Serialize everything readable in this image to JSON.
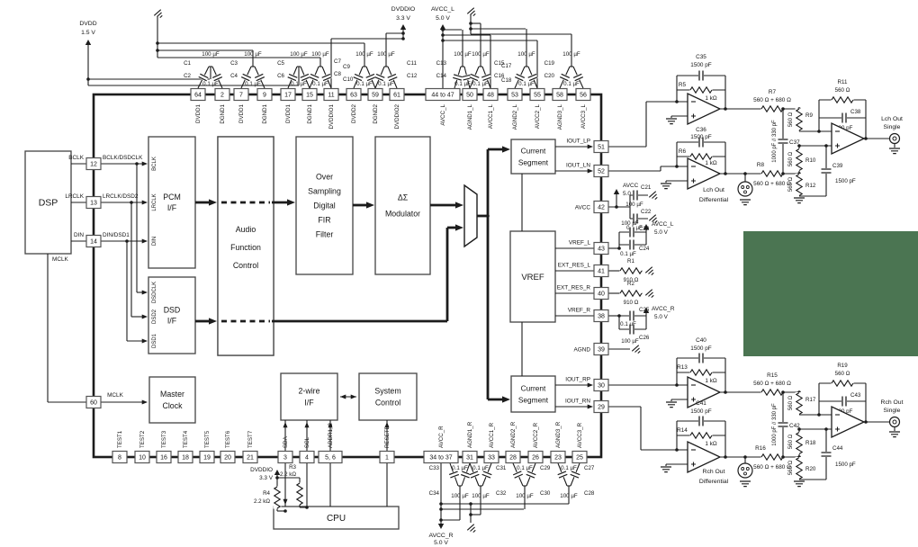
{
  "colors": {
    "green_box": "#4b7552",
    "wire": "#1c1c1c",
    "block_border": "#4a4a4a"
  },
  "supplies": {
    "dvdd": {
      "name": "DVDD",
      "voltage": "1.5 V"
    },
    "dvddio_top": {
      "name": "DVDDIO",
      "voltage": "3.3 V"
    },
    "avcc_l_top": {
      "name": "AVCC_L",
      "voltage": "5.0 V"
    },
    "avcc_mid": {
      "name": "AVCC",
      "voltage": "5.0 V"
    },
    "avcc_l_mid": {
      "name": "AVCC_L",
      "voltage": "5.0 V"
    },
    "avcc_r_mid": {
      "name": "AVCC_R",
      "voltage": "5.0 V"
    },
    "dvddio_bot": {
      "name": "DVDDIO",
      "voltage": "3.3 V"
    },
    "avcc_r_bot": {
      "name": "AVCC_R",
      "voltage": "5.0 V"
    }
  },
  "blocks": {
    "dsp": {
      "label": [
        "DSP"
      ]
    },
    "pcm_if": {
      "label": [
        "PCM",
        "I/F"
      ],
      "inputs": [
        "BCLK",
        "LRCLK",
        "DIN"
      ]
    },
    "dsd_if": {
      "label": [
        "DSD",
        "I/F"
      ],
      "inputs": [
        "DSDCLK",
        "DSD2",
        "DSD1"
      ]
    },
    "audio_function_control": {
      "label": [
        "Audio",
        "Function",
        "Control"
      ]
    },
    "fir_filter": {
      "label": [
        "Over",
        "Sampling",
        "Digital",
        "FIR",
        "Filter"
      ]
    },
    "ds_modulator": {
      "label": [
        "ΔΣ",
        "Modulator"
      ]
    },
    "current_segment_l": {
      "label": [
        "Current",
        "Segment"
      ]
    },
    "current_segment_r": {
      "label": [
        "Current",
        "Segment"
      ]
    },
    "vref": {
      "label": [
        "VREF"
      ]
    },
    "master_clock": {
      "label": [
        "Master",
        "Clock"
      ]
    },
    "two_wire_if": {
      "label": [
        "2-wire",
        "I/F"
      ]
    },
    "system_control": {
      "label": [
        "System",
        "Control"
      ]
    },
    "cpu": {
      "label": [
        "CPU"
      ]
    }
  },
  "dsp_signals": {
    "bclk": "BCLK",
    "lrclk": "LRCLK",
    "din": "DIN",
    "mclk": "MCLK"
  },
  "pins": {
    "top": [
      {
        "num": "64",
        "label": "DVDD1"
      },
      {
        "num": "2",
        "label": "DGND1"
      },
      {
        "num": "7",
        "label": "DVDD1"
      },
      {
        "num": "9",
        "label": "DGND1"
      },
      {
        "num": "17",
        "label": "DVDD1"
      },
      {
        "num": "15",
        "label": "DGND1"
      },
      {
        "num": "11",
        "label": "DVDDIO1"
      },
      {
        "num": "63",
        "label": "DVDD2"
      },
      {
        "num": "59",
        "label": "DGND2"
      },
      {
        "num": "61",
        "label": "DVDDIO2"
      },
      {
        "num": "44 to 47",
        "label": "AVCC_L"
      },
      {
        "num": "50",
        "label": "AGND1_L"
      },
      {
        "num": "48",
        "label": "AVCC1_L"
      },
      {
        "num": "53",
        "label": "AGND2_L"
      },
      {
        "num": "55",
        "label": "AVCC2_L"
      },
      {
        "num": "58",
        "label": "AGND3_L"
      },
      {
        "num": "56",
        "label": "AVCC3_L"
      }
    ],
    "right": [
      {
        "num": "51",
        "label": "IOUT_LP"
      },
      {
        "num": "52",
        "label": "IOUT_LN"
      },
      {
        "num": "42",
        "label": "AVCC"
      },
      {
        "num": "43",
        "label": "VREF_L"
      },
      {
        "num": "41",
        "label": "EXT_RES_L"
      },
      {
        "num": "40",
        "label": "EXT_RES_R"
      },
      {
        "num": "38",
        "label": "VREF_R"
      },
      {
        "num": "39",
        "label": "AGND"
      },
      {
        "num": "30",
        "label": "IOUT_RP"
      },
      {
        "num": "29",
        "label": "IOUT_RN"
      }
    ],
    "bottom": [
      {
        "num": "8",
        "label": "TEST1"
      },
      {
        "num": "10",
        "label": "TEST2"
      },
      {
        "num": "16",
        "label": "TEST3"
      },
      {
        "num": "18",
        "label": "TEST4"
      },
      {
        "num": "19",
        "label": "TEST5"
      },
      {
        "num": "20",
        "label": "TEST6"
      },
      {
        "num": "21",
        "label": "TEST7"
      },
      {
        "num": "3",
        "label": "SDA"
      },
      {
        "num": "4",
        "label": "SCL"
      },
      {
        "num": "5, 6",
        "label": "ADDR1, 2"
      },
      {
        "num": "1",
        "label": "RESETB"
      },
      {
        "num": "34 to 37",
        "label": "AVCC_R"
      },
      {
        "num": "31",
        "label": "AGND1_R"
      },
      {
        "num": "33",
        "label": "AVCC1_R"
      },
      {
        "num": "28",
        "label": "AGND2_R"
      },
      {
        "num": "26",
        "label": "AVCC2_R"
      },
      {
        "num": "23",
        "label": "AGND3_R"
      },
      {
        "num": "25",
        "label": "AVCC3_R"
      }
    ],
    "left": [
      {
        "num": "12",
        "label": "BCLK/DSDCLK"
      },
      {
        "num": "13",
        "label": "LRCLK/DSD2"
      },
      {
        "num": "14",
        "label": "DIN/DSD1"
      },
      {
        "num": "60",
        "label": "MCLK"
      }
    ]
  },
  "decoupling_top": [
    {
      "c_top": "C1",
      "c_bottom": "C2",
      "v_top": "100 µF",
      "v_bottom": "0.1 µF"
    },
    {
      "c_top": "C3",
      "c_bottom": "C4",
      "v_top": "100 µF",
      "v_bottom": "0.1 µF"
    },
    {
      "c_top": "C5",
      "c_bottom": "C6",
      "v_top": "100 µF",
      "v_bottom": "0.1 µF"
    },
    {
      "c_top": "C7",
      "c_bottom": "C8",
      "v_top": "100 µF",
      "v_bottom": "0.1 µF"
    },
    {
      "c_top": "C9",
      "c_bottom": "C10",
      "v_top": "100 µF",
      "v_bottom": "0.1 µF"
    },
    {
      "c_top": "C11",
      "c_bottom": "C12",
      "v_top": "100 µF",
      "v_bottom": "0.1 µF"
    },
    {
      "c_top": "C13",
      "c_bottom": "C14",
      "v_top": "100 µF",
      "v_bottom": "0.1 µF"
    },
    {
      "c_top": "C15",
      "c_bottom": "C16",
      "v_top": "100 µF",
      "v_bottom": "0.1 µF"
    },
    {
      "c_top": "C17",
      "c_bottom": "C18",
      "v_top": "100 µF",
      "v_bottom": "0.1 µF"
    },
    {
      "c_top": "C19",
      "c_bottom": "C20",
      "v_top": "100 µF",
      "v_bottom": "0.1 µF"
    }
  ],
  "decoupling_bottom": [
    {
      "c_top": "C33",
      "c_bottom": "C34",
      "v_top": "0.1 µF",
      "v_bottom": "100 µF"
    },
    {
      "c_top": "C31",
      "c_bottom": "C32",
      "v_top": "0.1 µF",
      "v_bottom": "100 µF"
    },
    {
      "c_top": "C29",
      "c_bottom": "C30",
      "v_top": "0.1 µF",
      "v_bottom": "100 µF"
    },
    {
      "c_top": "C27",
      "c_bottom": "C28",
      "v_top": "0.1 µF",
      "v_bottom": "100 µF"
    }
  ],
  "vref_components": {
    "c21": {
      "name": "C21",
      "value": "100 µF"
    },
    "c22": {
      "name": "C22",
      "value": "0.1 µF"
    },
    "c23": {
      "name": "C23",
      "value": "100 µF"
    },
    "c24": {
      "name": "C24",
      "value": "0.1 µF"
    },
    "c25": {
      "name": "C25",
      "value": "0.1 µF"
    },
    "c26": {
      "name": "C26",
      "value": "100 µF"
    },
    "r1": {
      "name": "R1",
      "value": "910 Ω"
    },
    "r2": {
      "name": "R2",
      "value": "910 Ω"
    }
  },
  "i2c": {
    "r3": {
      "name": "R3",
      "value": "2.2 kΩ"
    },
    "r4": {
      "name": "R4",
      "value": "2.2 kΩ"
    }
  },
  "analog_l": {
    "c35": {
      "name": "C35",
      "value": "1500 pF"
    },
    "r5": {
      "name": "R5",
      "value": "1 kΩ"
    },
    "c36": {
      "name": "C36",
      "value": "1500 pF"
    },
    "r6": {
      "name": "R6",
      "value": "1 kΩ"
    },
    "r7": {
      "name": "R7",
      "value": "560 Ω + 680 Ω"
    },
    "r8": {
      "name": "R8",
      "value": "560 Ω + 680 Ω"
    },
    "c37": {
      "name": "C37",
      "value": "1000 pF // 330 pF"
    },
    "r9": {
      "name": "R9",
      "value": "560 Ω"
    },
    "r10": {
      "name": "R10",
      "value": "560 Ω"
    },
    "r12": {
      "name": "R12",
      "value": "560 Ω"
    },
    "r11": {
      "name": "R11",
      "value": "560 Ω"
    },
    "c38": {
      "name": "C38",
      "value": "1500 pF"
    },
    "c39": {
      "name": "C39",
      "value": "1500 pF"
    },
    "out_diff": [
      "Lch Out",
      "Differential"
    ],
    "out_single": [
      "Lch Out",
      "Single"
    ]
  },
  "analog_r": {
    "c40": {
      "name": "C40",
      "value": "1500 pF"
    },
    "r13": {
      "name": "R13",
      "value": "1 kΩ"
    },
    "c41": {
      "name": "C41",
      "value": "1500 pF"
    },
    "r14": {
      "name": "R14",
      "value": "1 kΩ"
    },
    "r15": {
      "name": "R15",
      "value": "560 Ω + 680 Ω"
    },
    "r16": {
      "name": "R16",
      "value": "560 Ω + 680 Ω"
    },
    "c42": {
      "name": "C42",
      "value": "1000 pF // 330 pF"
    },
    "r17": {
      "name": "R17",
      "value": "560 Ω"
    },
    "r18": {
      "name": "R18",
      "value": "560 Ω"
    },
    "r20": {
      "name": "R20",
      "value": "560 Ω"
    },
    "r19": {
      "name": "R19",
      "value": "560 Ω"
    },
    "c43": {
      "name": "C43",
      "value": "1500 pF"
    },
    "c44": {
      "name": "C44",
      "value": "1500 pF"
    },
    "out_diff": [
      "Rch Out",
      "Differential"
    ],
    "out_single": [
      "Rch Out",
      "Single"
    ]
  }
}
